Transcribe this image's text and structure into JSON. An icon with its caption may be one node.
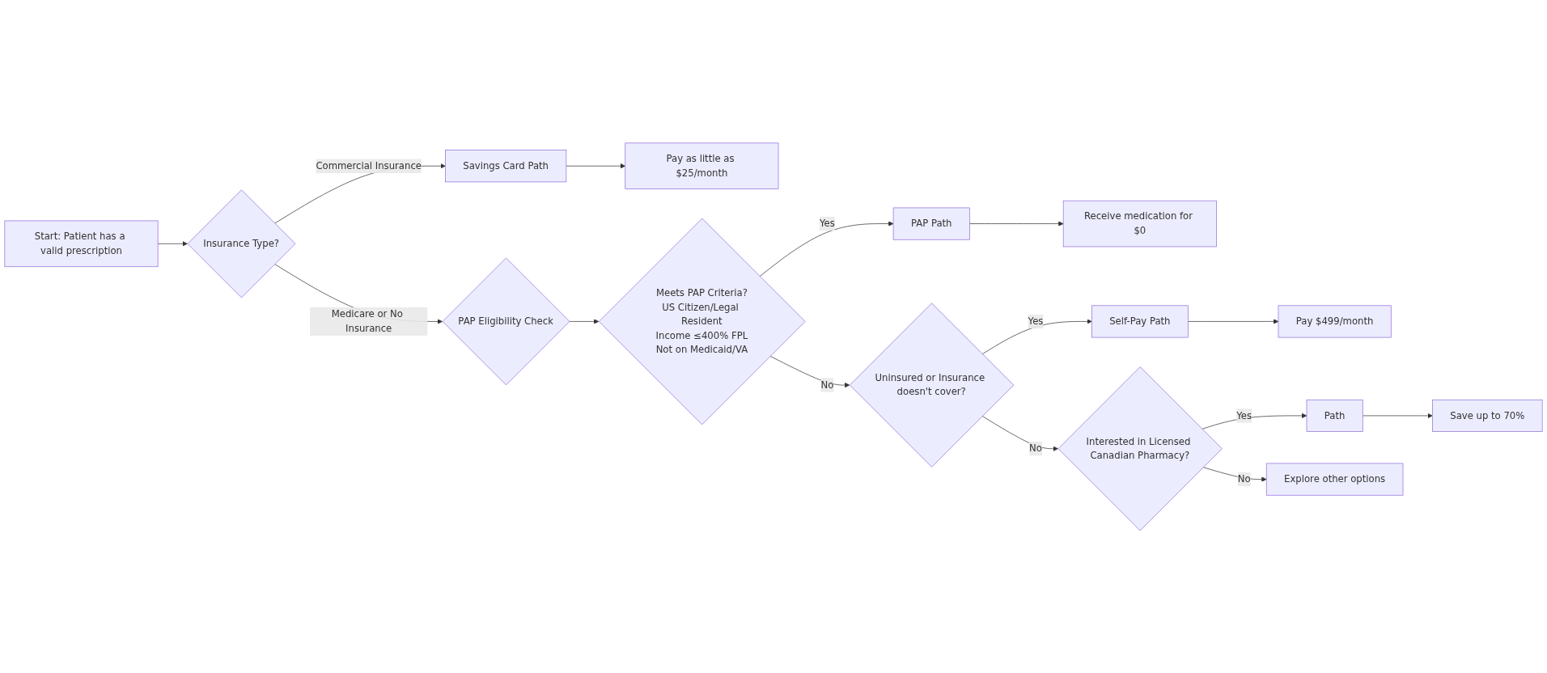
{
  "diagram": {
    "nodes": [
      {
        "text": [
          "Start: Patient has a valid prescription"
        ]
      },
      {
        "text": [
          "Insurance Type?"
        ]
      },
      {
        "text": [
          "Savings Card Path"
        ]
      },
      {
        "text": [
          "Pay as little as $25/month"
        ]
      },
      {
        "text": [
          "PAP Eligibility Check"
        ]
      },
      {
        "text": [
          "Meets PAP Criteria?",
          "US Citizen/Legal Resident",
          "Income ≤400% FPL",
          "Not on Medicaid/VA"
        ]
      },
      {
        "text": [
          "PAP Path"
        ]
      },
      {
        "text": [
          "Receive medication for $0"
        ]
      },
      {
        "text": [
          "Uninsured or Insurance doesn't cover?"
        ]
      },
      {
        "text": [
          "Self-Pay Path"
        ]
      },
      {
        "text": [
          "Pay $499/month"
        ]
      },
      {
        "text": [
          "Interested in Licensed Canadian Pharmacy?"
        ]
      },
      {
        "text": [
          "Path"
        ]
      },
      {
        "text": [
          "Save up to 70%"
        ]
      },
      {
        "text": [
          "Explore other options"
        ]
      }
    ],
    "edges": [
      {
        "from": 0,
        "to": 1,
        "arrow": "to"
      },
      {
        "from": 1,
        "to": 2,
        "arrow": "to",
        "label": "Commercial Insurance"
      },
      {
        "from": 2,
        "to": 3,
        "arrow": "to"
      },
      {
        "from": 1,
        "to": 4,
        "arrow": "to",
        "label": "Medicare or No Insurance"
      },
      {
        "from": 4,
        "to": 5,
        "arrow": "to"
      },
      {
        "from": 5,
        "to": 6,
        "arrow": "to",
        "label": "Yes"
      },
      {
        "from": 6,
        "to": 7,
        "arrow": "to"
      },
      {
        "from": 5,
        "to": 8,
        "arrow": "to",
        "label": "No"
      },
      {
        "from": 8,
        "to": 9,
        "arrow": "to",
        "label": "Yes"
      },
      {
        "from": 9,
        "to": 10,
        "arrow": "to"
      },
      {
        "from": 8,
        "to": 11,
        "arrow": "to",
        "label": "No"
      },
      {
        "from": 11,
        "to": 12,
        "arrow": "to",
        "label": "Yes"
      },
      {
        "from": 12,
        "to": 13,
        "arrow": "to"
      },
      {
        "from": 11,
        "to": 14,
        "arrow": "to",
        "label": "No"
      }
    ]
  }
}
